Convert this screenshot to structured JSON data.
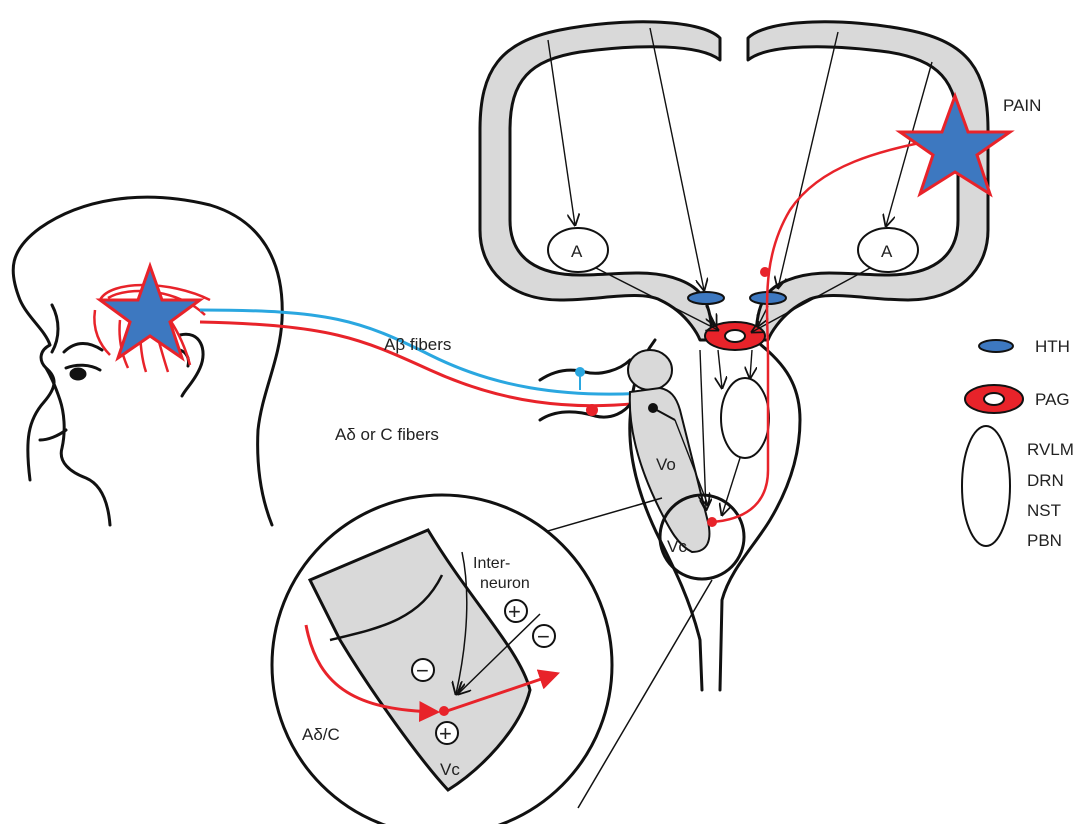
{
  "labels": {
    "pain": "PAIN",
    "a_left": "A",
    "a_right": "A",
    "ab_fibers": "Aβ fibers",
    "ad_c_fibers": "Aδ  or C fibers",
    "vo": "Vo",
    "vc": "Vc",
    "inset_interneuron_1": "Inter-",
    "inset_interneuron_2": "neuron",
    "inset_ad_c": "Aδ/C",
    "inset_vc": "Vc"
  },
  "legend": {
    "hth": "HTH",
    "pag": "PAG",
    "nuclei": [
      "RVLM",
      "DRN",
      "NST",
      "PBN"
    ]
  },
  "colors": {
    "red": "#e8232a",
    "blue_fiber": "#2aa7e0",
    "star_fill": "#3d78c0",
    "gray": "#d9d9d9",
    "hth_fill": "#3d78c0"
  },
  "symbols": {
    "plus": "+",
    "minus": "−"
  }
}
